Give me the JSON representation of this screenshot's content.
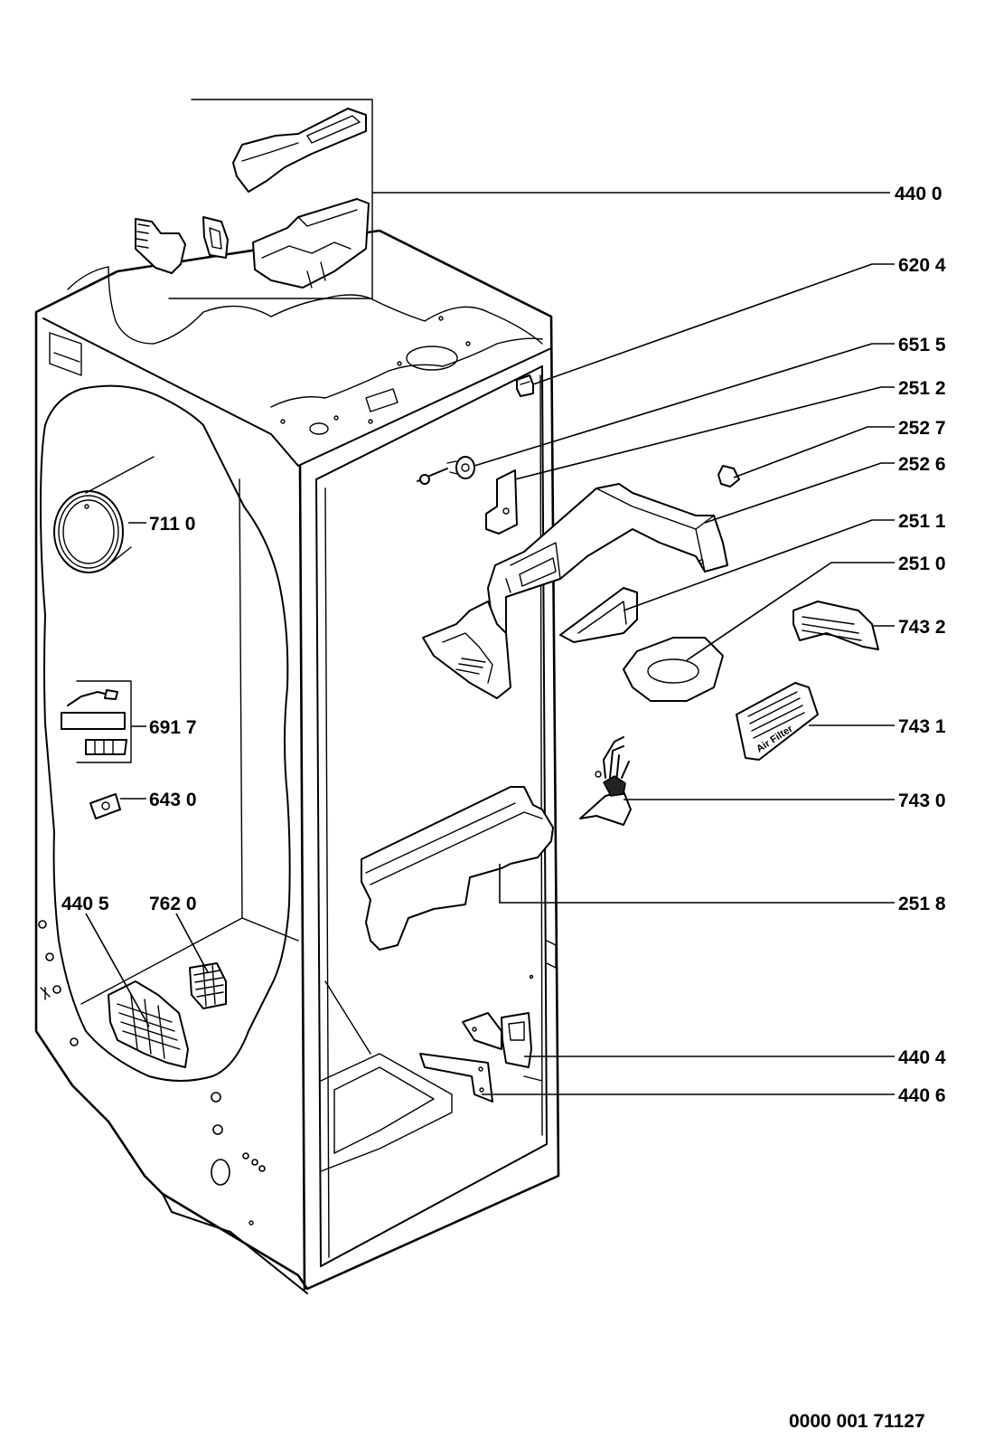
{
  "labels": {
    "l4400": "440 0",
    "l6204": "620 4",
    "l6515": "651 5",
    "l2512": "251 2",
    "l2527": "252 7",
    "l2526": "252 6",
    "l2511": "251 1",
    "l2510": "251 0",
    "l7432": "743 2",
    "l7431": "743 1",
    "l7430": "743 0",
    "l2518": "251 8",
    "l4404": "440 4",
    "l4406": "440 6",
    "l7110": "711 0",
    "l6917": "691 7",
    "l6430": "643 0",
    "l4405": "440 5",
    "l7620": "762 0"
  },
  "reference_code": "0000 001 71127",
  "filter_text": "Air Filter"
}
